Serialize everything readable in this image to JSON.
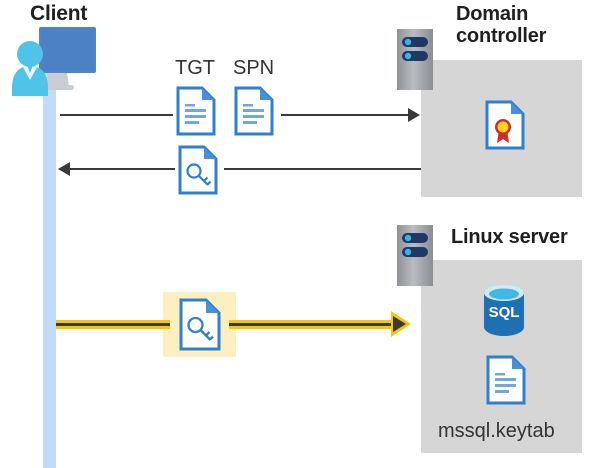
{
  "diagram": {
    "title_client": "Client",
    "title_domain_controller": "Domain\ncontroller",
    "title_linux_server": "Linux server",
    "labels": {
      "tgt": "TGT",
      "spn": "SPN",
      "keytab_file": "mssql.keytab"
    },
    "icons": {
      "client": "client-computer-user-icon",
      "rack_dc": "server-rack-icon",
      "rack_linux": "server-rack-icon",
      "doc_tgt": "document-icon",
      "doc_spn": "document-icon",
      "doc_key_response": "key-document-icon",
      "doc_key_service_ticket": "key-document-icon",
      "doc_certificate": "certificate-document-icon",
      "doc_keytab": "document-icon",
      "sql_database": "sql-database-icon"
    },
    "flows": [
      {
        "name": "request-tgt-spn",
        "direction": "right",
        "style": "black-thin"
      },
      {
        "name": "receive-service-ticket",
        "direction": "left",
        "style": "black-thin"
      },
      {
        "name": "present-ticket-to-linux-server",
        "direction": "right",
        "style": "yellow-thick",
        "highlighted": true
      }
    ],
    "colors": {
      "lifeline": "#c2dbfb",
      "server_box": "#d6d6d6",
      "rack_gray": "#9a9a9a",
      "rack_blue": "#203864",
      "arrow_black": "#3a3a3a",
      "arrow_yellow": "#f5c60a",
      "highlight_yellow": "#fcf0c0",
      "doc_blue": "#2f7fd1",
      "doc_blue_light": "#6fa8dc",
      "sql_blue": "#1f6fb5",
      "cert_red": "#d32b2b",
      "cert_yellow": "#ffd21e",
      "text_dark": "#1f1f1f",
      "client_screen": "#3f7fc6",
      "client_person": "#4fc3e8"
    }
  }
}
